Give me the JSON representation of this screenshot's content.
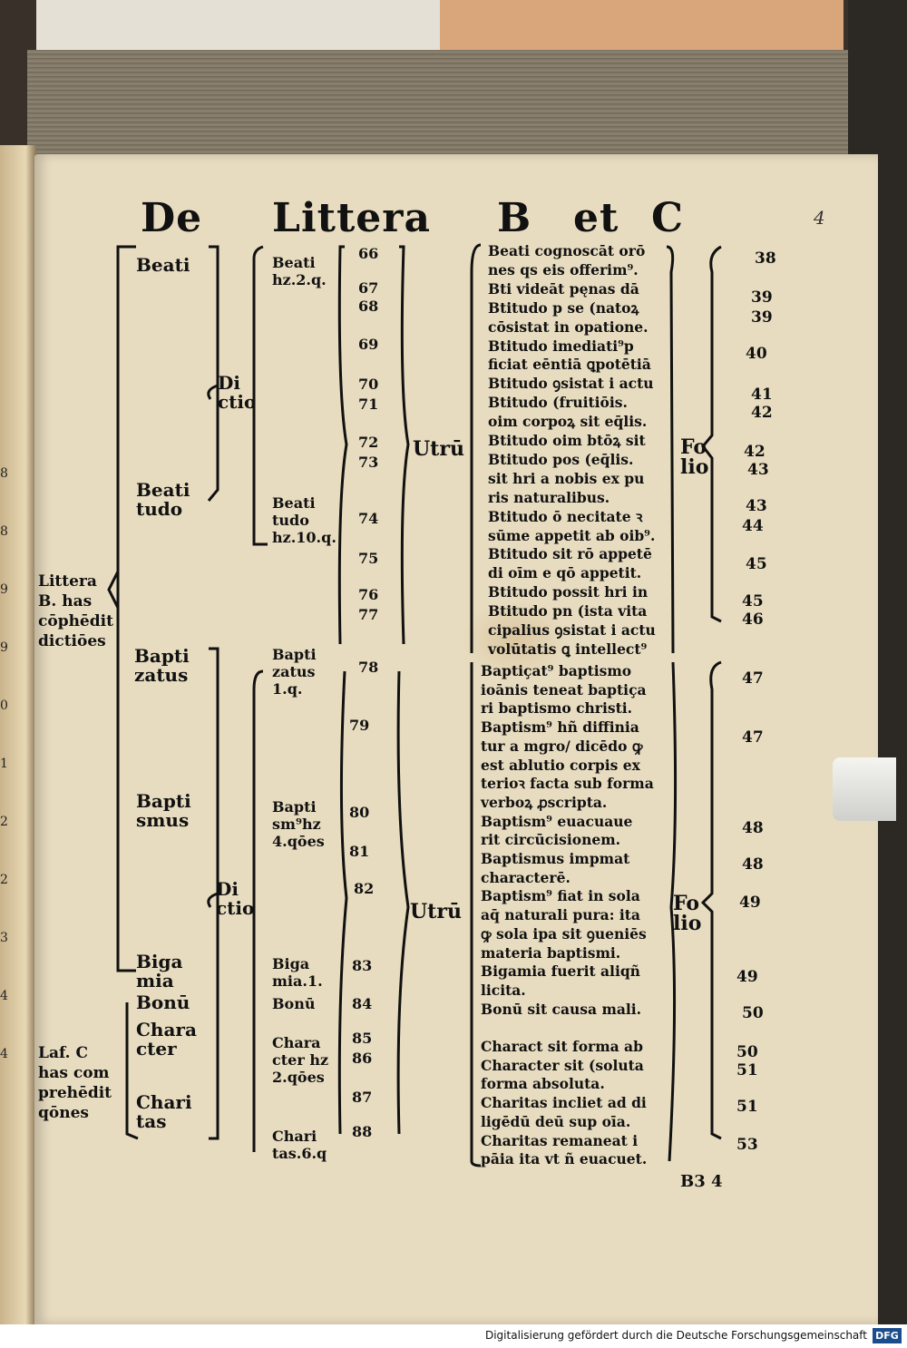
{
  "title": {
    "w1": "De",
    "w2": "Littera",
    "w3": "B",
    "w4": "et",
    "w5": "C"
  },
  "corner_number": "4",
  "left_margin_numbers": [
    "8",
    "8",
    "9",
    "9",
    "0",
    "1",
    "2",
    "2",
    "3",
    "4",
    "4"
  ],
  "col1": {
    "beati": "Beati",
    "beatitudo": "Beati\ntudo",
    "littera": "Littera\nB. has\ncōphēdit\ndictiōes",
    "baptizatus": "Bapti\nzatus",
    "baptismus": "Bapti\nsmus",
    "bigamia": "Biga\nmia",
    "bonu": "Bonū",
    "character": "Chara\ncter",
    "charitas": "Chari\ntas",
    "laf": "Laf. C\nhas com\nprehēdit\nqōnes"
  },
  "dictio": "Di\nctio",
  "col2": {
    "beati": "Beati\nhz.2.q.",
    "beatitudo": "Beati\ntudo\nhz.10.q.",
    "baptizatus": "Bapti\nzatus\n1.q.",
    "baptismus": "Bapti\nsm⁹hz\n4.qōes",
    "bigamia": "Biga\nmia.1.",
    "bonu": "Bonū",
    "character": "Chara\ncter hz\n2.qōes",
    "charitas": "Chari\ntas.6.q"
  },
  "qnums_top": [
    "66",
    "67",
    "68",
    "69",
    "70",
    "71",
    "72",
    "73",
    "74",
    "75",
    "76",
    "77"
  ],
  "qnums_bottom": [
    "78",
    "79",
    "80",
    "81",
    "82",
    "83",
    "84",
    "85",
    "86",
    "87",
    "88"
  ],
  "utru": "Utrū",
  "questions_top": [
    "Beati cognoscāt orō",
    "nes qs eis offerim⁹.",
    "Bti videāt pęnas dā",
    "Btitudo p se (natoꝝ",
    "cōsistat in opatione.",
    "Btitudo imediati⁹p",
    "ficiat eēntiā ꝗpotētiā",
    "Btitudo ꝯsistat i actu",
    "Btitudo (fruitiōis.",
    "oim corpoꝝ sit eq̄lis.",
    "Btitudo oim btōꝝ sit",
    "Btitudo pos (eq̄lis.",
    "sit hri a nobis ex pu",
    "ris naturalibus.",
    "Btitudo ō necitate ꝛ",
    "sūme appetit ab oib⁹.",
    "Btitudo sit rō appetē",
    "di oīm e qō appetit.",
    "Btitudo possit hri in",
    "Btitudo pn (ista vita",
    "cipalius ꝯsistat i actu",
    "volūtatis ꝗ intellect⁹"
  ],
  "questions_bottom": [
    "Baptiçat⁹ baptismo",
    "ioānis teneat baptiça",
    "ri baptismo christi.",
    "Baptism⁹ hñ diffinia",
    "tur a mgro/ dicēdo ꝙ",
    "est ablutio corpis ex",
    "terioꝛ facta sub forma",
    "verboꝝ ꝓscripta.",
    "Baptism⁹ euacuaue",
    "rit circūcisionem.",
    "Baptismus impmat",
    "characterē.",
    "Baptism⁹ fiat in sola",
    "aq̄ naturali pura: ita",
    "ꝙ sola ipa sit ꝯueniēs",
    "materia baptismi.",
    "Bigamia fuerit aliqñ",
    "licita.",
    "Bonū sit causa mali.",
    "",
    "Charact sit forma ab",
    "Character sit (soluta",
    "forma absoluta.",
    "Charitas incliet ad di",
    "ligēdū deū sup oīa.",
    "Charitas remaneat i",
    "pāia ita vt ñ euacuet."
  ],
  "folio": "Fo\nlio",
  "folio_nums_top": [
    "38",
    "39",
    "39",
    "40",
    "41",
    "42",
    "42",
    "43",
    "43",
    "44",
    "45",
    "45",
    "46"
  ],
  "folio_nums_bottom": [
    "47",
    "47",
    "48",
    "48",
    "49",
    "49",
    "50",
    "50",
    "51",
    "51",
    "53"
  ],
  "signature": "B3 4",
  "footer": "Digitalisierung gefördert durch die Deutsche Forschungsgemeinschaft",
  "footer_logo": "DFG"
}
